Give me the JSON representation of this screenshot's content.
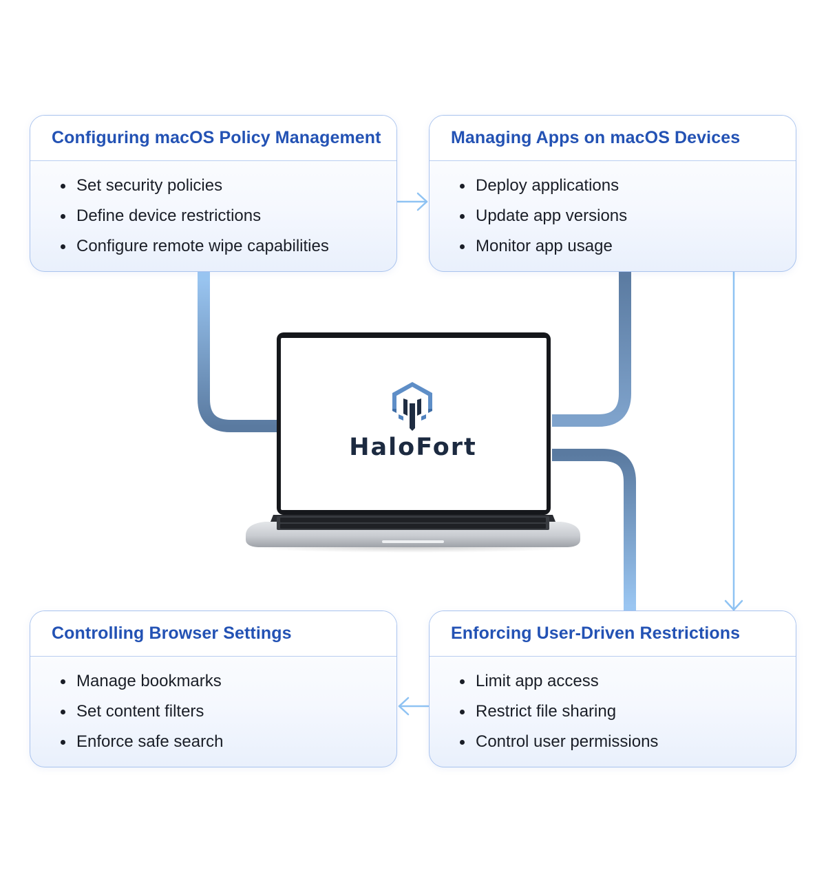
{
  "brand": {
    "name": "HaloFort",
    "logo": "halofort-shield-logo"
  },
  "cards": [
    {
      "title": "Configuring macOS Policy Management",
      "items": [
        "Set security policies",
        "Define device restrictions",
        "Configure remote wipe capabilities"
      ]
    },
    {
      "title": "Managing Apps on macOS Devices",
      "items": [
        "Deploy applications",
        "Update app versions",
        "Monitor app usage"
      ]
    },
    {
      "title": "Controlling Browser Settings",
      "items": [
        "Manage bookmarks",
        "Set content filters",
        "Enforce safe search"
      ]
    },
    {
      "title": "Enforcing User-Driven Restrictions",
      "items": [
        "Limit app access",
        "Restrict file sharing",
        "Control user permissions"
      ]
    }
  ],
  "colors": {
    "title": "#2352b4",
    "text": "#1a1e27",
    "card_border": "#a9c3ee",
    "arrow": "#8fc3f3",
    "connector_dark": "#5a7aa0",
    "connector_light": "#9cc8f4"
  }
}
